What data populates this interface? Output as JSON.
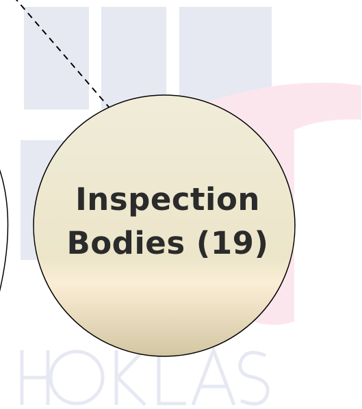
{
  "diagram": {
    "watermark": {
      "logo_text": "HOKLAS",
      "color": "#e6e8f2",
      "accent_color": "#fce6ee"
    },
    "node": {
      "line1": "Inspection",
      "line2": "Bodies (19)",
      "fill_top": "#efead6",
      "fill_bottom": "#d3c7a4",
      "stroke": "#000000"
    },
    "connector": {
      "style": "dashed",
      "color": "#000000"
    }
  }
}
